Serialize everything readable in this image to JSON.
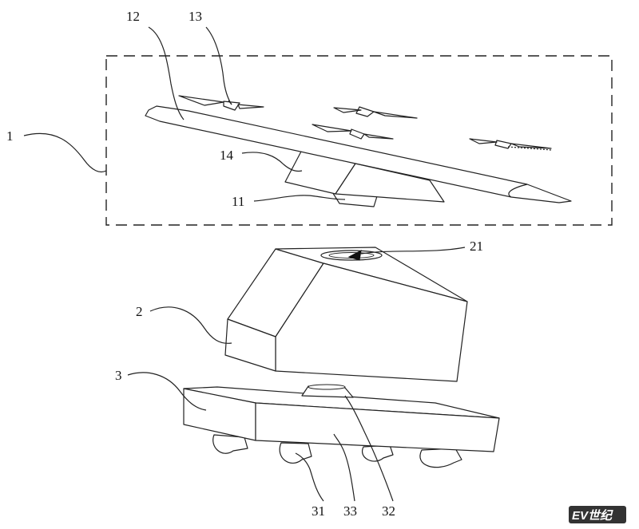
{
  "labels": {
    "module_1": "1",
    "part_11": "11",
    "part_12": "12",
    "part_13": "13",
    "part_14": "14",
    "module_2": "2",
    "part_21": "21",
    "module_3": "3",
    "part_31": "31",
    "part_32": "32",
    "part_33": "33"
  },
  "watermark": "EV世纪",
  "colors": {
    "stroke": "#222222",
    "background": "#ffffff",
    "watermark_bg": "#333333"
  }
}
